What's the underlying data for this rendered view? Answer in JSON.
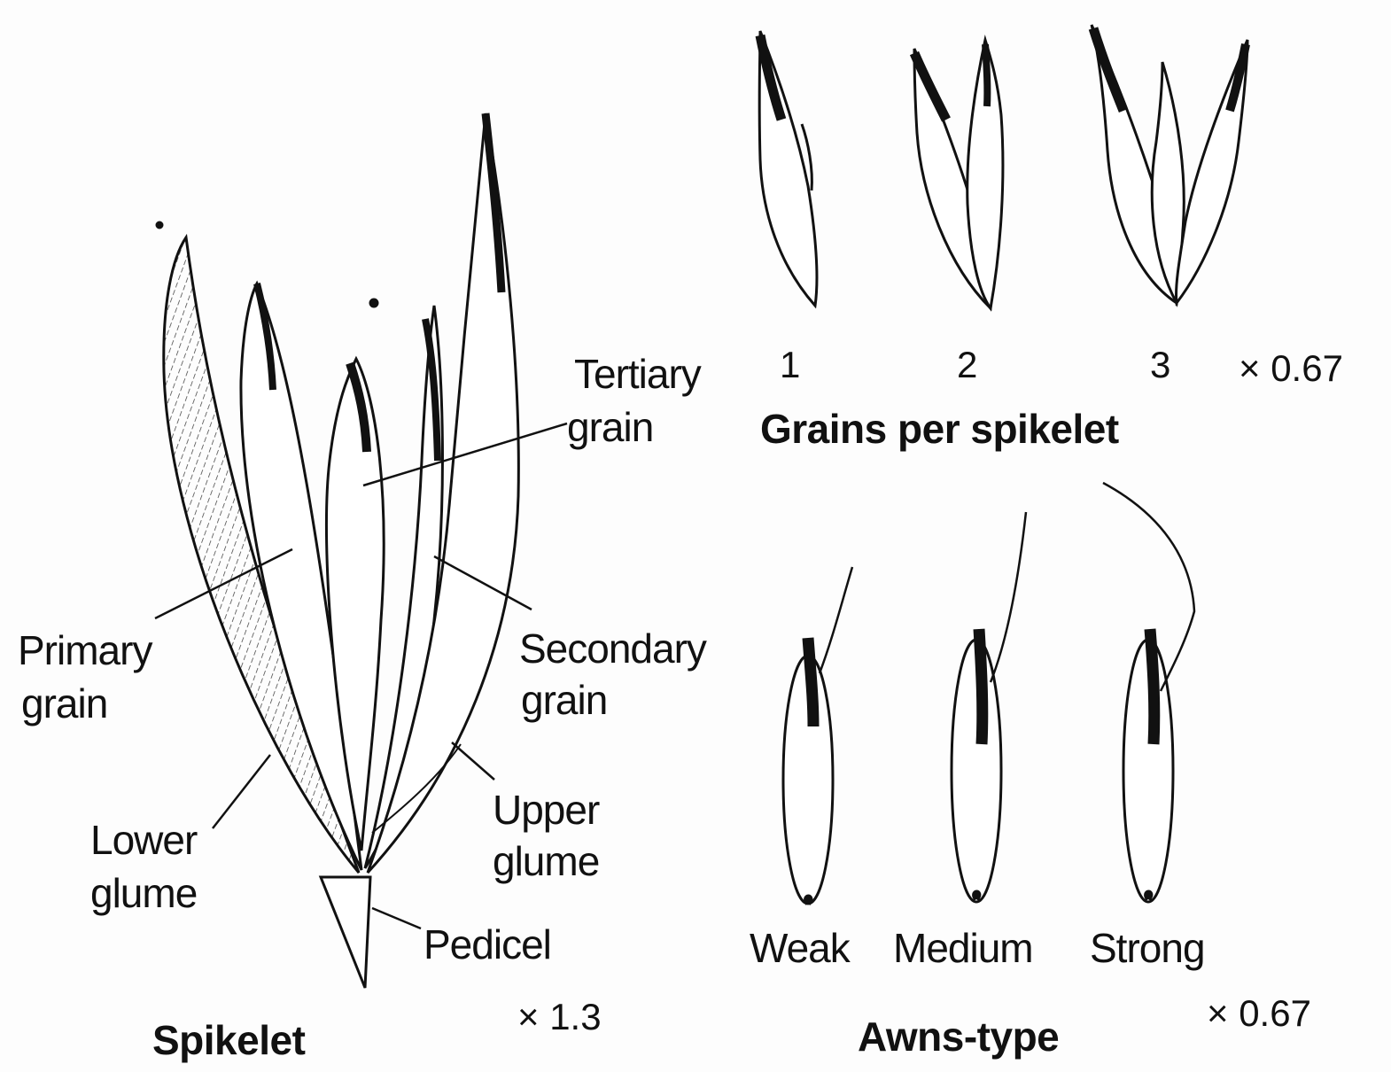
{
  "spikelet": {
    "labels": {
      "tertiary_grain": [
        "Tertiary",
        "grain"
      ],
      "primary_grain": [
        "Primary",
        "grain"
      ],
      "secondary_grain": [
        "Secondary",
        "grain"
      ],
      "upper_glume": [
        "Upper",
        "glume"
      ],
      "lower_glume": [
        "Lower",
        "glume"
      ],
      "pedicel": "Pedicel"
    },
    "caption": "Spikelet",
    "scale": "× 1.3"
  },
  "grains_per_spikelet": {
    "items": [
      "1",
      "2",
      "3"
    ],
    "caption": "Grains per spikelet",
    "scale": "× 0.67"
  },
  "awns_type": {
    "items": [
      "Weak",
      "Medium",
      "Strong"
    ],
    "caption": "Awns-type",
    "scale": "× 0.67"
  }
}
